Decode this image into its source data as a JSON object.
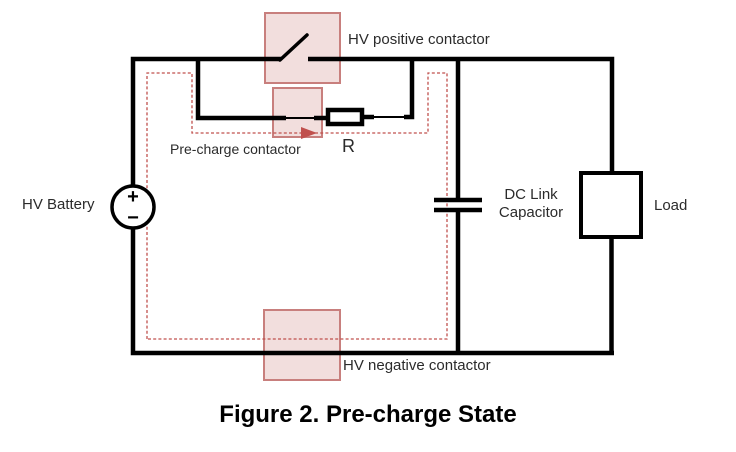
{
  "figure_caption": "Figure 2. Pre-charge State",
  "components": {
    "hv_battery": {
      "label": "HV Battery",
      "plus": "+",
      "minus": "−"
    },
    "hv_positive_contactor": {
      "label": "HV positive contactor",
      "state": "open"
    },
    "pre_charge_contactor": {
      "label": "Pre-charge contactor",
      "state": "closed"
    },
    "pre_charge_resistor": {
      "label": "R"
    },
    "dc_link_capacitor": {
      "label_line1": "DC Link",
      "label_line2": "Capacitor"
    },
    "load": {
      "label": "Load"
    },
    "hv_negative_contactor": {
      "label": "HV negative contactor",
      "state": "closed"
    }
  },
  "annotations": {
    "current_path": {
      "description": "pre-charge current flow loop with right-pointing arrow",
      "color": "#c0504d"
    }
  },
  "colors": {
    "wire": "#000000",
    "contactor_fill": "#f2dedd",
    "contactor_border": "#c87f7d",
    "current_path": "#c0504d",
    "label_text": "#2b2b2b"
  }
}
